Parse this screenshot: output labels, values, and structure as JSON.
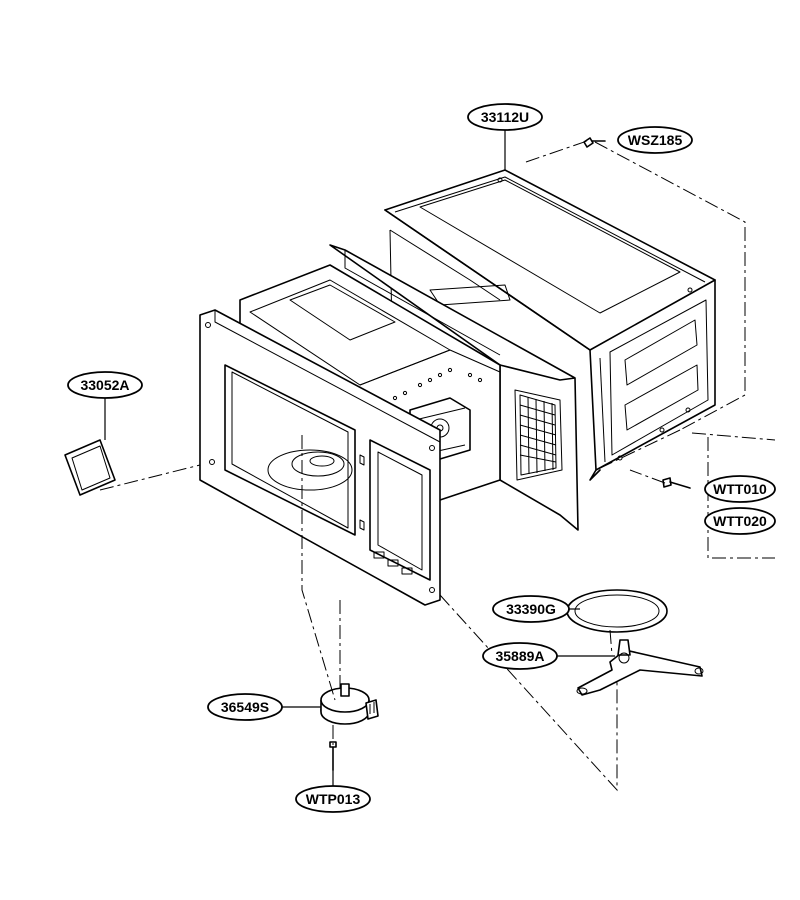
{
  "parts": {
    "p33112U": "33112U",
    "pWSZ185": "WSZ185",
    "p33052A": "33052A",
    "pWTT010": "WTT010",
    "pWTT020": "WTT020",
    "p33390G": "33390G",
    "p35889A": "35889A",
    "p36549S": "36549S",
    "pWTP013": "WTP013"
  }
}
